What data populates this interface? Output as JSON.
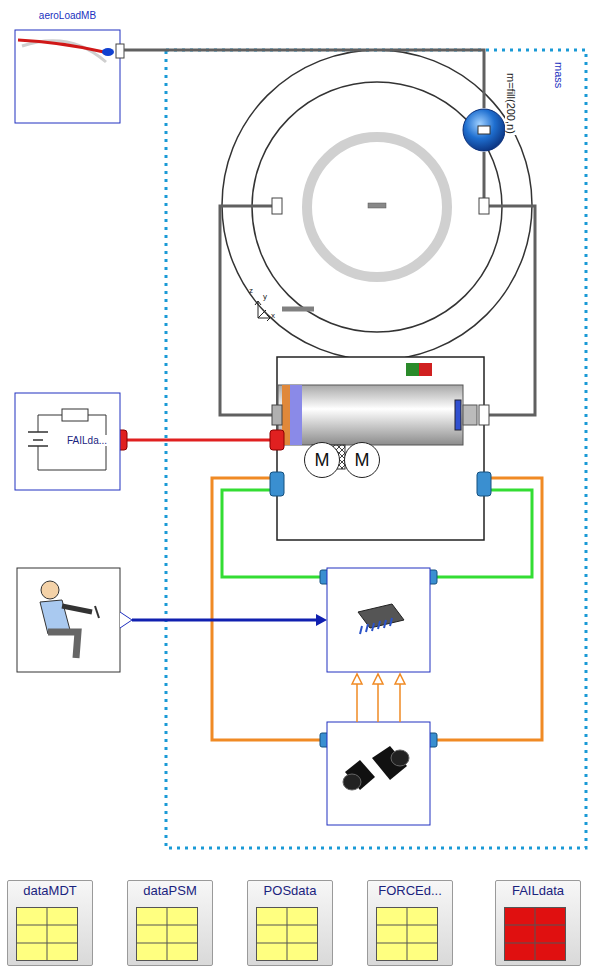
{
  "diagram": {
    "nodes": [
      {
        "text": [
          "aeroLoadMB"
        ]
      },
      {
        "text": [
          "mass"
        ]
      },
      {
        "text": [
          "FAILda..."
        ]
      },
      {
        "text": [
          "M"
        ]
      },
      {
        "text": [
          "M"
        ]
      },
      {
        "text": [
          "dataMDT"
        ]
      },
      {
        "text": [
          "dataPSM"
        ]
      },
      {
        "text": [
          "POSdata"
        ]
      },
      {
        "text": [
          "FORCEd..."
        ]
      },
      {
        "text": [
          "FAILdata"
        ]
      }
    ],
    "edges": [
      {
        "from": 0,
        "to": 1,
        "arrow": "none"
      }
    ],
    "labels": [
      "m=fill(200,n)",
      "z",
      "y",
      "x"
    ]
  }
}
